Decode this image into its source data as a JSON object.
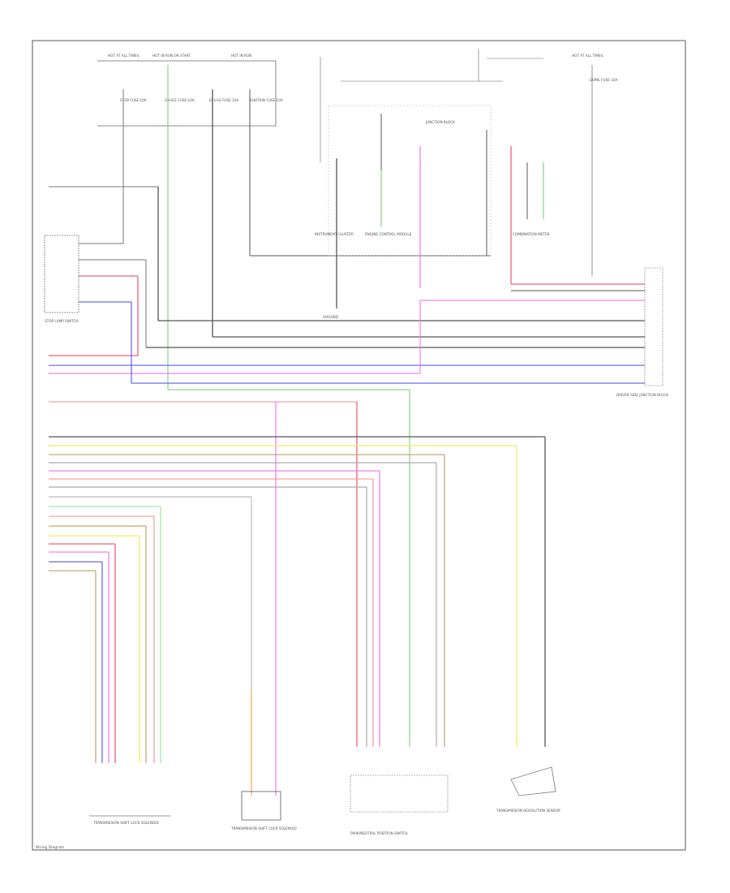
{
  "diagram": {
    "top_labels": [
      {
        "id": "hot-all-1",
        "text": "HOT AT ALL TIMES"
      },
      {
        "id": "hot-run-1",
        "text": "HOT IN RUN OR START"
      },
      {
        "id": "hot-run-2",
        "text": "HOT IN RUN"
      },
      {
        "id": "hot-all-2",
        "text": "HOT AT ALL TIMES"
      }
    ],
    "fuses": [
      {
        "id": "fuse-stop",
        "text": "STOP FUSE 10A"
      },
      {
        "id": "fuse-gauge",
        "text": "GAUGE FUSE 10A"
      },
      {
        "id": "fuse-ecu",
        "text": "ECU-IG FUSE 10A"
      },
      {
        "id": "fuse-ignition",
        "text": "IGNITION FUSE 10A"
      },
      {
        "id": "fuse-dome",
        "text": "DOME FUSE 10A"
      }
    ],
    "components": [
      {
        "id": "stop-lamp-switch",
        "text": "STOP LAMP SWITCH"
      },
      {
        "id": "junction-block",
        "text": "JUNCTION BLOCK"
      },
      {
        "id": "instrument-cluster",
        "text": "INSTRUMENT CLUSTER"
      },
      {
        "id": "engine-control-module",
        "text": "ENGINE CONTROL MODULE"
      },
      {
        "id": "transmission-solenoid",
        "text": "TRANSMISSION SHIFT LOCK SOLENOID"
      },
      {
        "id": "park-neutral-switch",
        "text": "PARK/NEUTRAL POSITION SWITCH"
      },
      {
        "id": "transmission-speed-sensor",
        "text": "TRANSMISSION REVOLUTION SENSOR"
      },
      {
        "id": "combination-meter",
        "text": "COMBINATION METER"
      },
      {
        "id": "driver-side-jb",
        "text": "DRIVER SIDE JUNCTION BLOCK"
      },
      {
        "id": "ground",
        "text": "GROUND"
      }
    ],
    "diagram_code": "Wiring Diagram"
  }
}
